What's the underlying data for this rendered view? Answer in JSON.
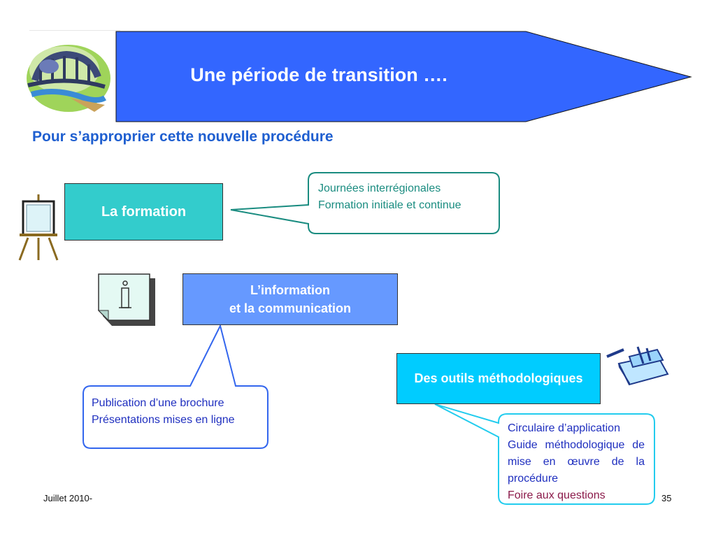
{
  "header": {
    "title": "Une période de transition ….",
    "subtitle": "Pour s’approprier cette nouvelle procédure",
    "colors": {
      "banner": "#3366ff",
      "subtitle": "#1f5fd0"
    }
  },
  "boxes": {
    "formation": "La formation",
    "information_line1": "L’information",
    "information_line2": "et la communication",
    "outils": "Des outils méthodologiques"
  },
  "callouts": {
    "formation": [
      "Journées interrégionales",
      "Formation initiale et continue"
    ],
    "information": [
      "Publication d’une brochure",
      "Présentations mises en ligne"
    ],
    "outils": [
      "Circulaire d’application",
      "Guide méthodologique de mise en œuvre de la procédure",
      "Foire aux questions"
    ]
  },
  "icons": [
    "bridge-clipart-icon",
    "easel-icon",
    "info-note-icon",
    "toolbox-icon"
  ],
  "footer": {
    "date": "Juillet 2010-",
    "page": "35"
  }
}
